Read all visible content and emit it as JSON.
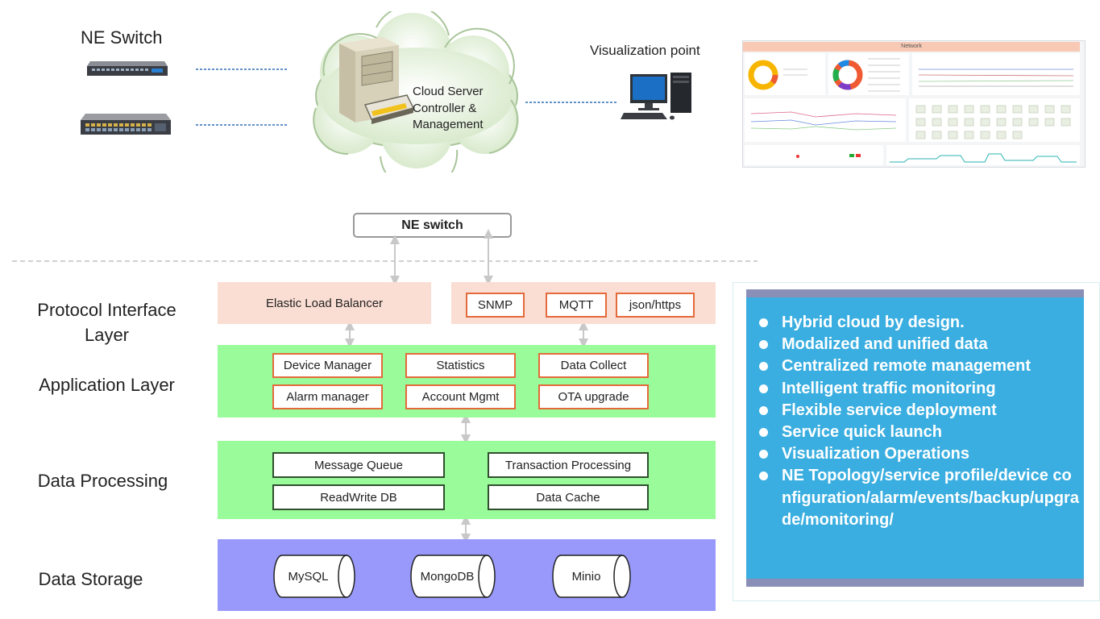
{
  "top": {
    "ne_switch_label": "NE Switch",
    "cloud_label": "Cloud Server\nController &\nManagement",
    "visualization_label": "Visualization point",
    "dashboard_title": "Network"
  },
  "ne_switch_box": "NE switch",
  "layers": {
    "protocol": "Protocol Interface\nLayer",
    "application": "Application Layer",
    "processing": "Data Processing",
    "storage": "Data Storage"
  },
  "protocol": {
    "elb": "Elastic Load Balancer",
    "snmp": "SNMP",
    "mqtt": "MQTT",
    "json": "json/https"
  },
  "application": {
    "device_manager": "Device Manager",
    "statistics": "Statistics",
    "data_collect": "Data Collect",
    "alarm_manager": "Alarm manager",
    "account_mgmt": "Account Mgmt",
    "ota_upgrade": "OTA upgrade"
  },
  "processing": {
    "message_queue": "Message Queue",
    "transaction": "Transaction Processing",
    "readwrite_db": "ReadWrite DB",
    "data_cache": "Data Cache"
  },
  "storage": {
    "mysql": "MySQL",
    "mongodb": "MongoDB",
    "minio": "Minio"
  },
  "features": [
    "Hybrid cloud by design.",
    "Modalized and unified data",
    "Centralized remote management",
    "Intelligent traffic monitoring",
    "Flexible service deployment",
    "Service quick launch",
    "Visualization Operations",
    "NE Topology/service profile/device configuration/alarm/events/backup/upgrade/monitoring/"
  ],
  "colors": {
    "protocol_band": "#fbded3",
    "app_band": "#99fb99",
    "storage_band": "#9999fb",
    "orange_border": "#e46a3b",
    "panel_blue": "#3aaee0",
    "panel_edge": "#8a8fb8"
  }
}
